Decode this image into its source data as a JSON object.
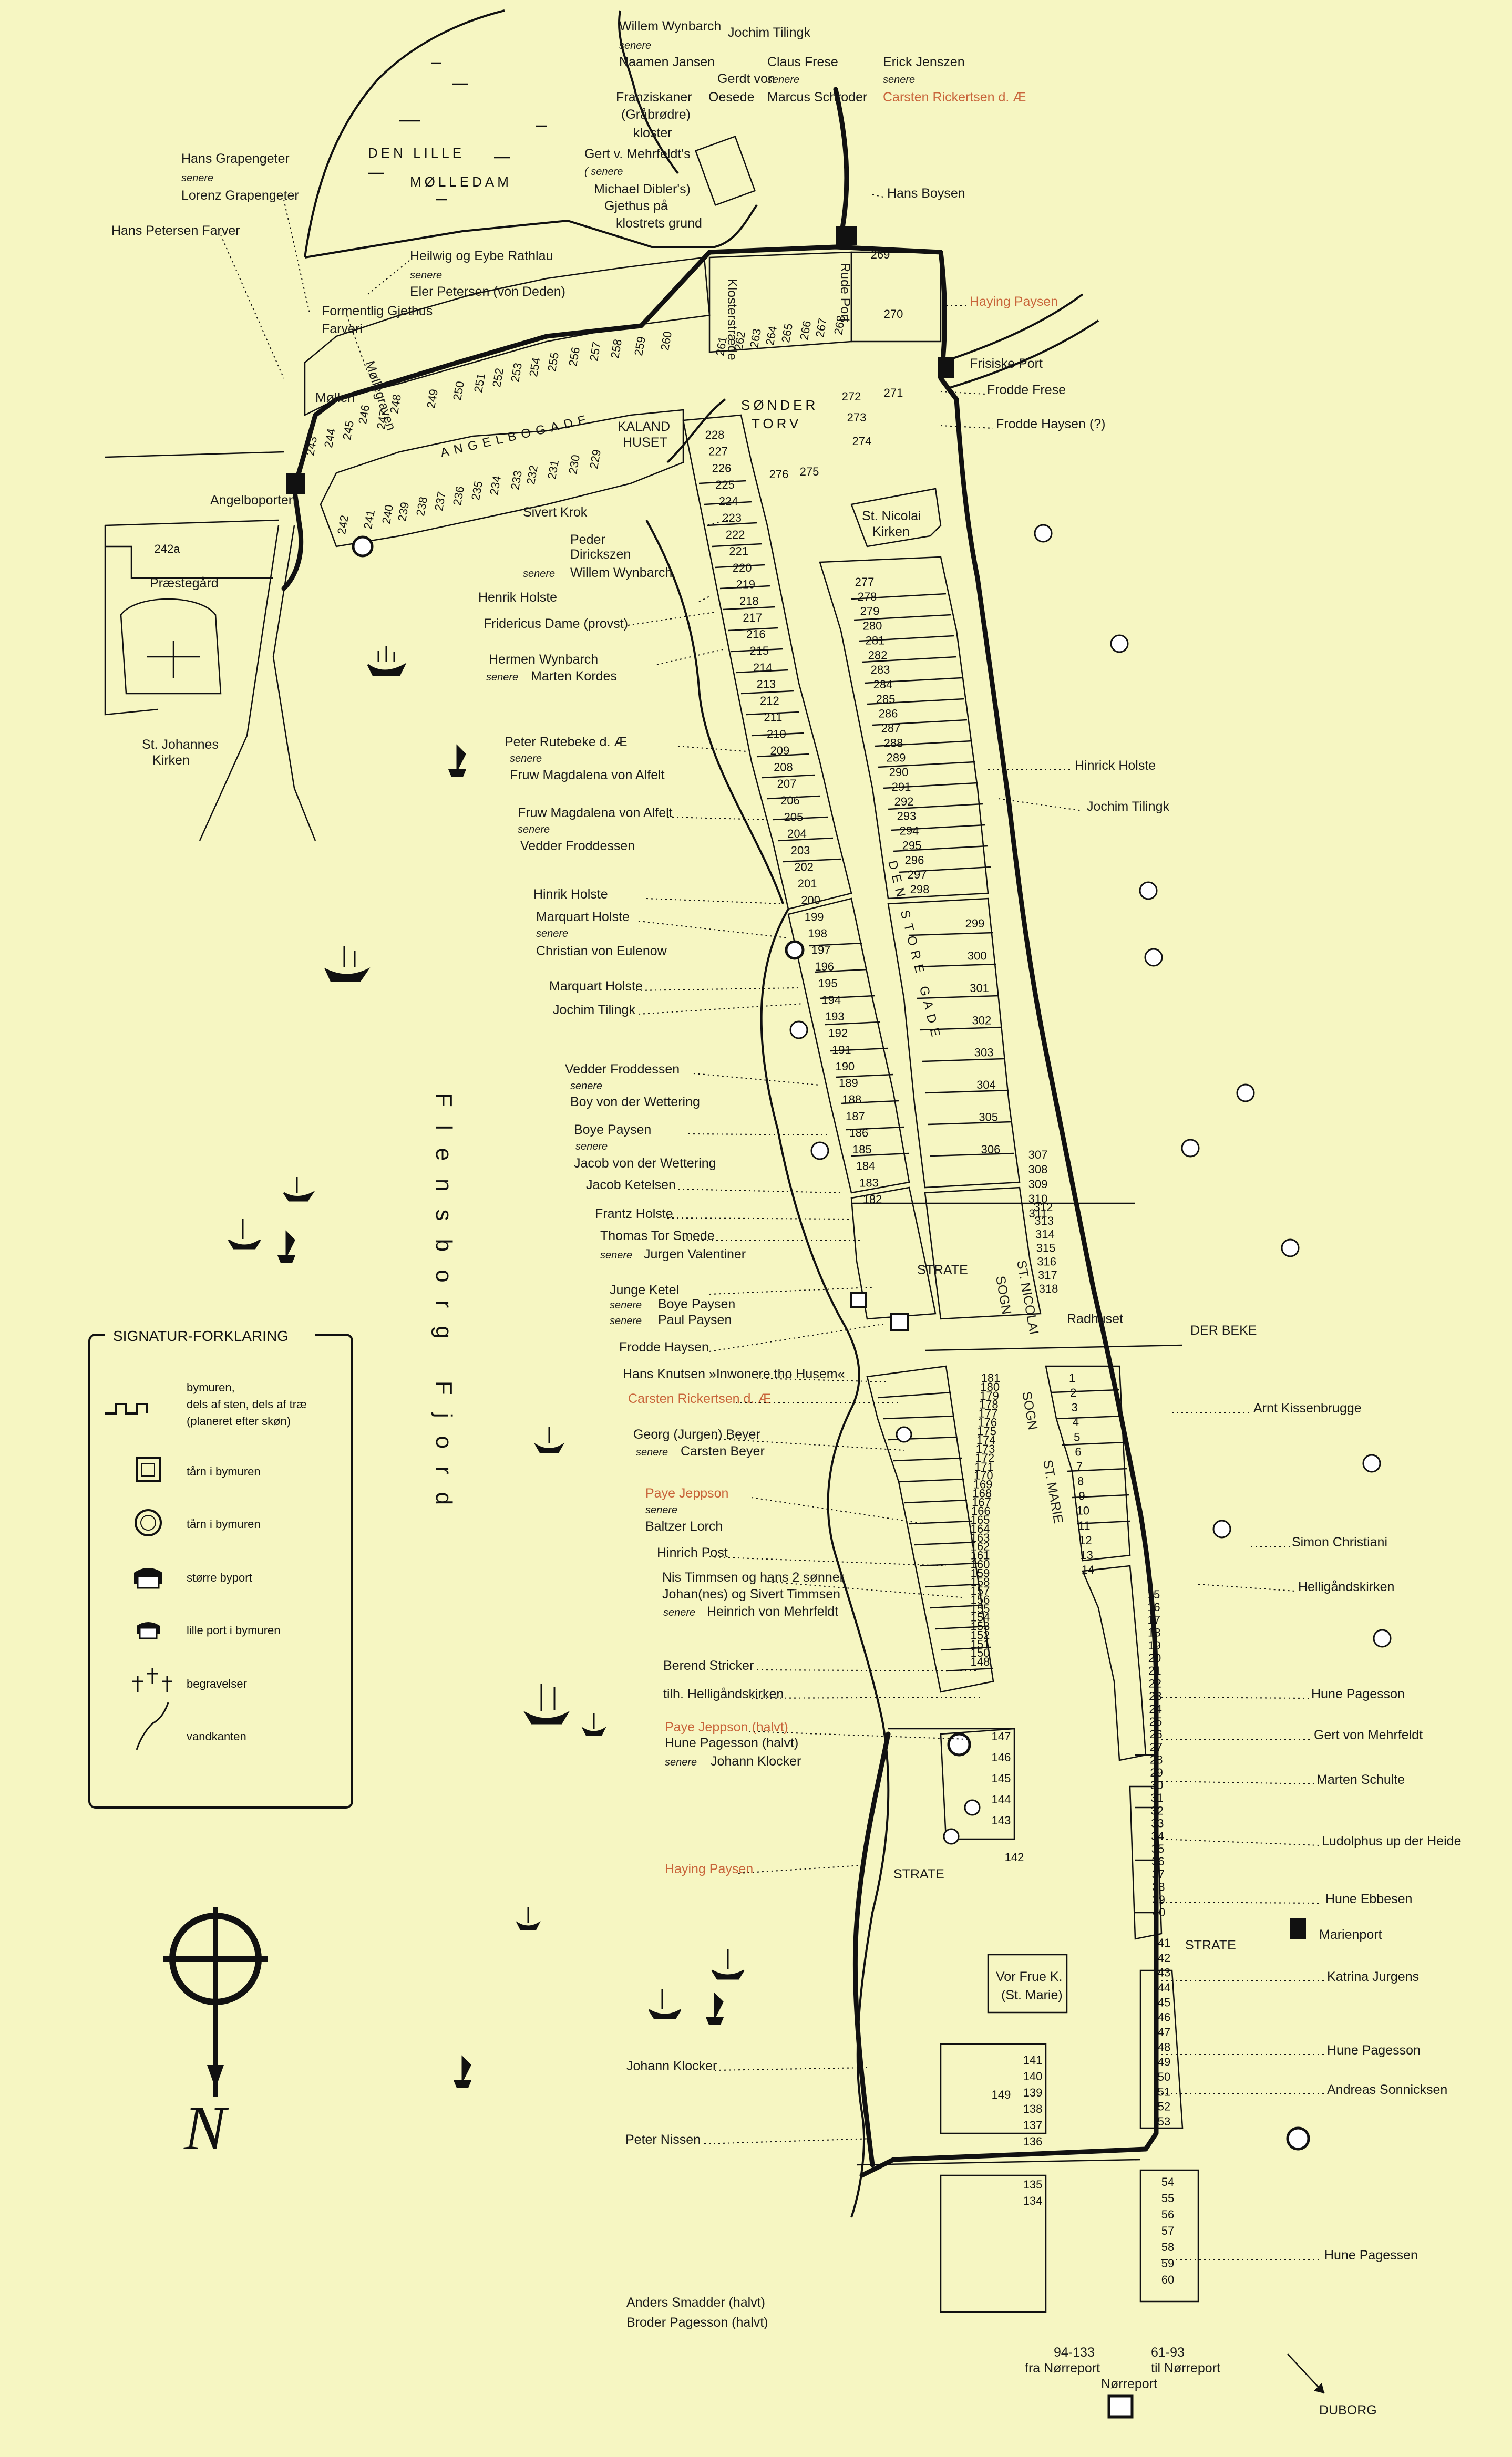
{
  "places": {
    "lake": [
      "DEN LILLE",
      "MØLLEDAM"
    ],
    "sonder_torv": [
      "SØNDER",
      "TORV"
    ],
    "kaland": [
      "KALAND",
      "HUSET"
    ],
    "store_gade": "DEN STORE GADE",
    "angelbogade": "ANGELBOGADE",
    "fjord": "Flensborg Fjord",
    "nicolai_kirken": [
      "St. Nicolai",
      "Kirken"
    ],
    "vor_frue": [
      "Vor Frue K.",
      "(St. Marie)"
    ],
    "johannes": [
      "St. Johannes",
      "Kirken"
    ],
    "praestegard": "Præstegård",
    "mollen": "Møllen",
    "mollegraven": "Møllegraven",
    "nicolai_sogn": [
      "ST. NICOLAI",
      "SOGN"
    ],
    "marie_sogn": [
      "ST. MARIE",
      "SOGN"
    ],
    "radhuset": "Radhuset",
    "der_beke": "DER BEKE",
    "strate_labels": [
      "STRATE",
      "STRATE",
      "STRATE"
    ],
    "marienport": "Marienport",
    "duborg": "DUBORG",
    "norreport": "Nørreport",
    "fra_norreport": [
      "94-133",
      "fra Nørreport"
    ],
    "til_norreport": [
      "61-93",
      "til Nørreport"
    ],
    "frisiske_port": "Frisiske Port",
    "angelboporten": "Angelboporten",
    "rude_port": "Rude Port",
    "klosterstraede": "Klosterstræde"
  },
  "owners_top": [
    {
      "t": "Willem Wynbarch"
    },
    {
      "t": "senere",
      "it": true
    },
    {
      "t": "Naamen Jansen"
    },
    {
      "t": "Jochim Tilingk"
    },
    {
      "t": "Gerdt von"
    },
    {
      "t": "Oesede"
    },
    {
      "t": "Claus Frese"
    },
    {
      "t": "senere",
      "it": true
    },
    {
      "t": "Marcus Schroder"
    },
    {
      "t": "Erick Jenszen"
    },
    {
      "t": "senere",
      "it": true
    },
    {
      "t": "Carsten Rickertsen d. Æ",
      "red": true
    },
    {
      "t": "Franziskaner"
    },
    {
      "t": "(Gråbrødre)"
    },
    {
      "t": "kloster"
    },
    {
      "t": "Gert v. Mehrfeldt's"
    },
    {
      "t": "( senere",
      "it": true
    },
    {
      "t": "Michael Dibler's)"
    },
    {
      "t": "Gjethus på"
    },
    {
      "t": "klostrets grund"
    },
    {
      "t": "Hans Boysen"
    },
    {
      "t": "Hans Grapengeter"
    },
    {
      "t": "senere",
      "it": true
    },
    {
      "t": "Lorenz Grapengeter"
    },
    {
      "t": "Hans Petersen Farver"
    },
    {
      "t": "Heilwig og Eybe Rathlau"
    },
    {
      "t": "senere",
      "it": true
    },
    {
      "t": "Eler Petersen (von Deden)"
    },
    {
      "t": "Formentlig Gjethus"
    },
    {
      "t": "Farveri"
    },
    {
      "t": "Haying Paysen",
      "red": true
    },
    {
      "t": "Frodde Frese"
    },
    {
      "t": "Frodde Haysen (?)"
    }
  ],
  "owners_west": [
    {
      "t": "Sivert Krok"
    },
    {
      "t": "Peder"
    },
    {
      "t": "Dirickszen"
    },
    {
      "t": "senere",
      "it": true
    },
    {
      "t": "Willem Wynbarch"
    },
    {
      "t": "Henrik Holste"
    },
    {
      "t": "Fridericus Dame (provst)"
    },
    {
      "t": "Hermen Wynbarch"
    },
    {
      "t": "senere",
      "it": true
    },
    {
      "t": "Marten Kordes"
    },
    {
      "t": "Peter Rutebeke d. Æ"
    },
    {
      "t": "senere",
      "it": true
    },
    {
      "t": "Fruw Magdalena von Alfelt"
    },
    {
      "t": "Fruw Magdalena von Alfelt"
    },
    {
      "t": "senere",
      "it": true
    },
    {
      "t": "Vedder Froddessen"
    },
    {
      "t": "Hinrik Holste"
    },
    {
      "t": "Marquart Holste"
    },
    {
      "t": "senere",
      "it": true
    },
    {
      "t": "Christian von Eulenow"
    },
    {
      "t": "Marquart Holste"
    },
    {
      "t": "Jochim Tilingk"
    },
    {
      "t": "Vedder Froddessen"
    },
    {
      "t": "senere",
      "it": true
    },
    {
      "t": "Boy von der Wettering"
    },
    {
      "t": "Boye Paysen"
    },
    {
      "t": "senere",
      "it": true
    },
    {
      "t": "Jacob von der Wettering"
    },
    {
      "t": "Jacob Ketelsen"
    },
    {
      "t": "Frantz Holste"
    },
    {
      "t": "Thomas Tor Smede"
    },
    {
      "t": "senere",
      "it": true
    },
    {
      "t": "Jurgen Valentiner"
    },
    {
      "t": "Junge Ketel"
    },
    {
      "t": "senere",
      "it": true
    },
    {
      "t": "Boye Paysen"
    },
    {
      "t": "senere",
      "it": true
    },
    {
      "t": "Paul Paysen"
    },
    {
      "t": "Frodde Haysen"
    },
    {
      "t": "Hans Knutsen »Inwonere tho Husem«"
    },
    {
      "t": "Carsten Rickertsen d. Æ",
      "red": true
    },
    {
      "t": "Georg (Jurgen) Beyer"
    },
    {
      "t": "senere",
      "it": true
    },
    {
      "t": "Carsten Beyer"
    },
    {
      "t": "Paye Jeppson",
      "red": true
    },
    {
      "t": "senere",
      "it": true
    },
    {
      "t": "Baltzer Lorch"
    },
    {
      "t": "Hinrich Post"
    },
    {
      "t": "Nis Timmsen og hans 2 sønner"
    },
    {
      "t": "Johan(nes) og Sivert Timmsen"
    },
    {
      "t": "senere",
      "it": true
    },
    {
      "t": "Heinrich von Mehrfeldt"
    },
    {
      "t": "Berend Stricker"
    },
    {
      "t": "tilh. Helligåndskirken"
    },
    {
      "t": "Paye Jeppson (halvt)",
      "red": true
    },
    {
      "t": "Hune Pagesson (halvt)"
    },
    {
      "t": "senere",
      "it": true
    },
    {
      "t": "Johann Klocker"
    },
    {
      "t": "Haying Paysen",
      "red": true
    },
    {
      "t": "Johann Klocker"
    },
    {
      "t": "Peter Nissen"
    },
    {
      "t": "Anders Smadder (halvt)"
    },
    {
      "t": "Broder Pagesson (halvt)"
    }
  ],
  "owners_east": [
    "Hinrick Holste",
    "Jochim Tilingk",
    "Arnt Kissenbrugge",
    "Simon Christiani",
    "Helligåndskirken",
    "Hune Pagesson",
    "Gert von Mehrfeldt",
    "Marten Schulte",
    "Ludolphus up der Heide",
    "Hune Ebbesen",
    "Katrina Jurgens",
    "Hune Pagesson",
    "Andreas Sonnicksen",
    "Hune Pagessen"
  ],
  "legend": {
    "title": "SIGNATUR-FORKLARING",
    "items": [
      {
        "icon": "wall-icon",
        "lines": [
          "bymuren,",
          "dels af sten, dels af træ",
          "(planeret efter skøn)"
        ]
      },
      {
        "icon": "square-tower-icon",
        "lines": [
          "tårn i bymuren"
        ]
      },
      {
        "icon": "round-tower-icon",
        "lines": [
          "tårn i bymuren"
        ]
      },
      {
        "icon": "large-gate-icon",
        "lines": [
          "større byport"
        ]
      },
      {
        "icon": "small-gate-icon",
        "lines": [
          "lille port i bymuren"
        ]
      },
      {
        "icon": "burial-cross-icon",
        "lines": [
          "begravelser"
        ]
      },
      {
        "icon": "shoreline-icon",
        "lines": [
          "vandkanten"
        ]
      }
    ]
  },
  "compass_letter": "N",
  "lots": {
    "top_row": [
      "243",
      "244",
      "245",
      "246",
      "247",
      "248",
      "249",
      "250",
      "251",
      "252",
      "253",
      "254",
      "255",
      "256",
      "257",
      "258",
      "259",
      "260",
      "261",
      "262",
      "263",
      "264",
      "265",
      "266",
      "267",
      "268"
    ],
    "angelbo_south": [
      "242",
      "241",
      "240",
      "239",
      "238",
      "237",
      "236",
      "235",
      "234",
      "233",
      "232",
      "231",
      "230",
      "229"
    ],
    "k_east": [
      "269",
      "270",
      "272",
      "271",
      "273",
      "274",
      "276",
      "275"
    ],
    "west_block": [
      "228",
      "227",
      "226",
      "225",
      "224",
      "223",
      "222",
      "221",
      "220",
      "219",
      "218",
      "217",
      "216",
      "215",
      "214",
      "213",
      "212",
      "211",
      "210",
      "209",
      "208",
      "207",
      "206",
      "205",
      "204",
      "203",
      "202",
      "201",
      "200",
      "199",
      "198",
      "197",
      "196",
      "195",
      "194",
      "193",
      "192",
      "191",
      "190",
      "189",
      "188",
      "187",
      "186",
      "185",
      "184",
      "183",
      "182",
      "181",
      "180",
      "179",
      "178",
      "177",
      "176",
      "175",
      "174",
      "173",
      "172",
      "171",
      "170",
      "169",
      "168",
      "167",
      "166",
      "165",
      "164",
      "163",
      "162",
      "161",
      "160",
      "159",
      "158",
      "157",
      "156",
      "155",
      "154",
      "153",
      "152",
      "151",
      "150",
      "148",
      "147",
      "146",
      "145",
      "144",
      "143",
      "142",
      "141",
      "140",
      "139",
      "138",
      "137",
      "136",
      "135",
      "134"
    ],
    "east_block": [
      "277",
      "278",
      "279",
      "280",
      "281",
      "282",
      "283",
      "284",
      "285",
      "286",
      "287",
      "288",
      "289",
      "290",
      "291",
      "292",
      "293",
      "294",
      "295",
      "296",
      "297",
      "298",
      "299",
      "300",
      "301",
      "302",
      "303",
      "304",
      "305",
      "306",
      "307",
      "308",
      "309",
      "310",
      "311",
      "312",
      "313",
      "314",
      "315",
      "316",
      "317",
      "318",
      "1",
      "2",
      "3",
      "4",
      "5",
      "6",
      "7",
      "8",
      "9",
      "10",
      "11",
      "12",
      "13",
      "14",
      "15",
      "16",
      "17",
      "18",
      "19",
      "20",
      "21",
      "22",
      "23",
      "24",
      "25",
      "26",
      "27",
      "28",
      "29",
      "30",
      "31",
      "32",
      "33",
      "34",
      "35",
      "36",
      "37",
      "38",
      "39",
      "40",
      "41",
      "42",
      "43",
      "44",
      "45",
      "46",
      "47",
      "48",
      "49",
      "50",
      "51",
      "52",
      "53",
      "54",
      "55",
      "56",
      "57",
      "58",
      "59",
      "60"
    ],
    "extras": [
      "242a",
      "149"
    ]
  }
}
